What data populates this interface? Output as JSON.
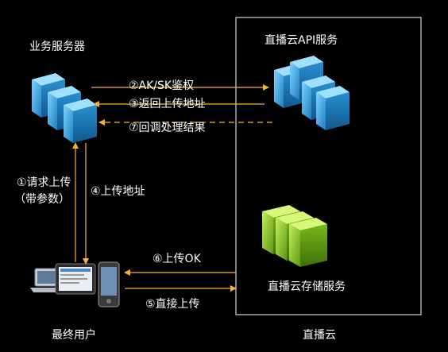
{
  "diagram": {
    "nodes": {
      "business_server": "业务服务器",
      "api_service": "直播云API服务",
      "storage_service": "直播云存储服务",
      "end_user": "最终用户",
      "cloud_boundary": "直播云"
    },
    "edges": {
      "step2": "②AK/SK鉴权",
      "step3": "③返回上传地址",
      "step7": "⑦回调处理结果",
      "step1_line1": "①请求上传",
      "step1_line2": "（带参数）",
      "step4": "④上传地址",
      "step6": "⑥上传OK",
      "step5": "⑤直接上传"
    },
    "colors": {
      "arrow": "#f5b234",
      "server_blue": "#3aa3dd",
      "storage_green": "#7fbf1e",
      "boundary": "#ffffff"
    }
  }
}
